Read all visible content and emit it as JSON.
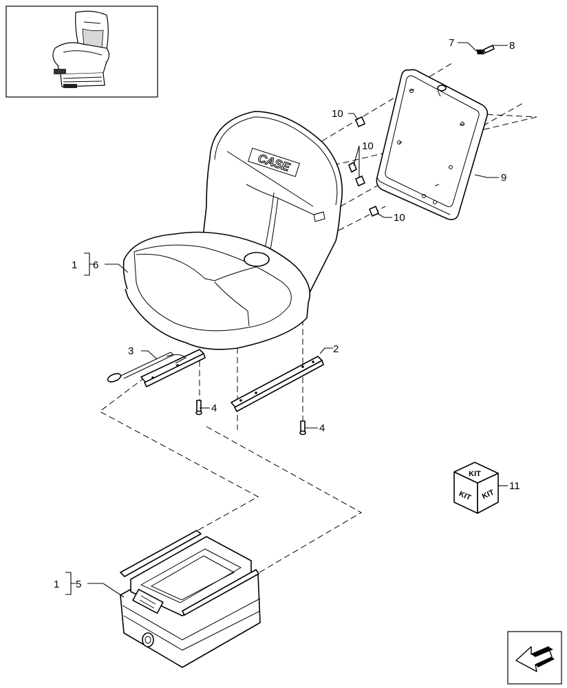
{
  "labels": {
    "item_1_top": "1",
    "item_6": "6",
    "item_1_bottom": "1",
    "item_5": "5",
    "item_2": "2",
    "item_3": "3",
    "item_4_left": "4",
    "item_4_right": "4",
    "item_7": "7",
    "item_8": "8",
    "item_9": "9",
    "item_10_a": "10",
    "item_10_b": "10",
    "item_10_c": "10",
    "item_11": "11"
  },
  "seat_logo": "CASE",
  "kit": {
    "top": "KIT",
    "left": "KIT",
    "right": "KIT"
  },
  "icons": {
    "thumbnail": "seat-thumbnail-icon",
    "navigation": "previous-page-arrow-icon"
  }
}
